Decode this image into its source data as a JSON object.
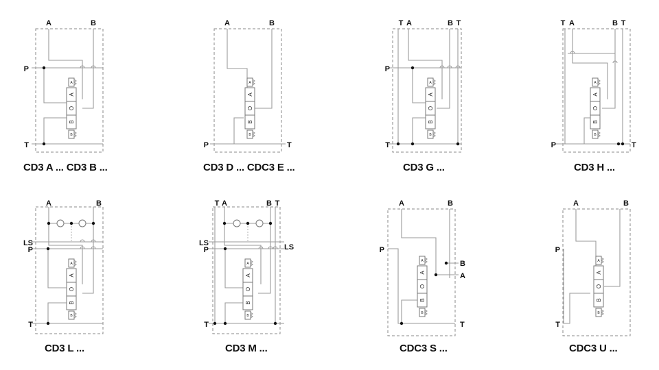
{
  "diagrams": [
    {
      "id": "cd3-a-b",
      "caption": "CD3 A ... CD3 B ...",
      "ports": {
        "top": [
          "A",
          "B"
        ],
        "left": [
          "P",
          "T"
        ],
        "right": []
      }
    },
    {
      "id": "cd3-d-e",
      "caption": "CD3 D ... CDC3 E ...",
      "ports": {
        "top": [
          "A",
          "B"
        ],
        "left": [
          "P"
        ],
        "right": [
          "T"
        ]
      }
    },
    {
      "id": "cd3-g",
      "caption": "CD3 G ...",
      "ports": {
        "top": [
          "T",
          "A",
          "B",
          "T"
        ],
        "left": [
          "P",
          "T"
        ],
        "right": []
      }
    },
    {
      "id": "cd3-h",
      "caption": "CD3 H ...",
      "ports": {
        "top": [
          "T",
          "A",
          "B",
          "T"
        ],
        "left": [
          "P"
        ],
        "right": [
          "T"
        ]
      }
    },
    {
      "id": "cd3-l",
      "caption": "CD3 L ...",
      "ports": {
        "top": [
          "A",
          "B"
        ],
        "left": [
          "LS",
          "P",
          "T"
        ],
        "right": []
      }
    },
    {
      "id": "cd3-m",
      "caption": "CD3 M ...",
      "ports": {
        "top": [
          "T",
          "A",
          "B",
          "T"
        ],
        "left": [
          "LS",
          "P",
          "T"
        ],
        "right": [
          "LS"
        ]
      }
    },
    {
      "id": "cdc3-s",
      "caption": "CDC3 S ...",
      "ports": {
        "top": [
          "A",
          "B"
        ],
        "left": [
          "P"
        ],
        "right": [
          "B",
          "A",
          "T"
        ]
      }
    },
    {
      "id": "cdc3-u",
      "caption": "CDC3 U ...",
      "ports": {
        "top": [
          "A",
          "B"
        ],
        "left": [
          "P",
          "T"
        ],
        "right": []
      }
    }
  ],
  "valve": {
    "positions": [
      "A",
      "O",
      "B"
    ],
    "solenoid_a": "A",
    "solenoid_b": "B"
  }
}
